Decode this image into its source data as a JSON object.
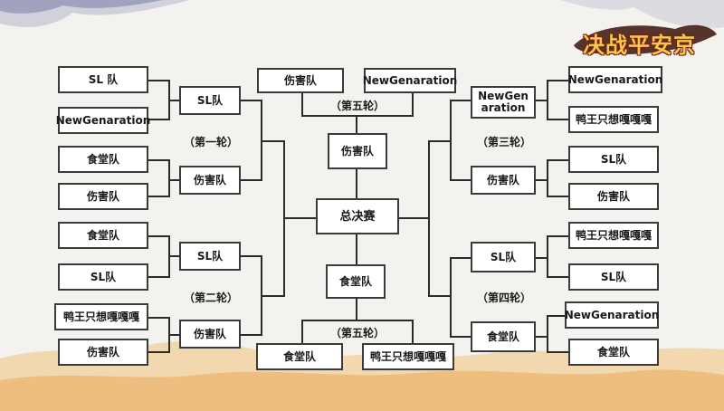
{
  "brand": {
    "logo_text": "决战平安京"
  },
  "bracket": {
    "left": {
      "r1": [
        "SL 队",
        "NewGenaration",
        "食堂队",
        "伤害队"
      ],
      "r2": [
        "食堂队",
        "SL队",
        "鸭王只想嘎嘎嘎",
        "伤害队"
      ],
      "w1": "SL队",
      "w2": "伤害队",
      "w3": "SL队",
      "w4": "伤害队",
      "round1_label": "（第一轮）",
      "round2_label": "（第二轮）"
    },
    "right": {
      "r1": [
        "NewGenaration",
        "鸭王只想嘎嘎嘎",
        "SL队",
        "伤害队"
      ],
      "r2": [
        "鸭王只想嘎嘎嘎",
        "SL队",
        "NewGenaration",
        "食堂队"
      ],
      "w1": "NewGenaration",
      "w2": "伤害队",
      "w3": "SL队",
      "w4": "食堂队",
      "round3_label": "（第三轮）",
      "round4_label": "（第四轮）"
    },
    "center": {
      "top_pair": [
        "伤害队",
        "NewGenaration"
      ],
      "top_label": "（第五轮）",
      "top_winner": "伤害队",
      "final": "总决赛",
      "bottom_winner": "食堂队",
      "bottom_label": "（第五轮）",
      "bottom_pair": [
        "食堂队",
        "鸭王只想嘎嘎嘎"
      ]
    }
  },
  "colors": {
    "line": "#2b2b2b",
    "box_border": "#3a3a3a",
    "background": "#f4f2ee"
  }
}
